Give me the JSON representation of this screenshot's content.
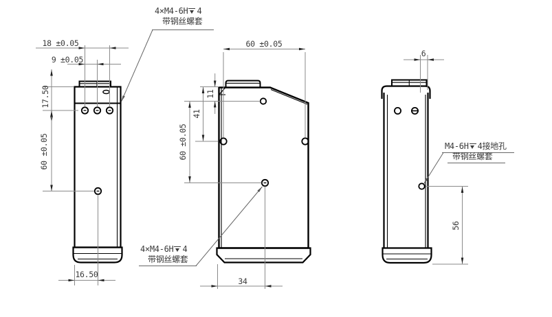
{
  "drawing": {
    "type": "engineering-drawing-three-views",
    "colors": {
      "background": "#ffffff",
      "outline": "#000000",
      "dimension_line": "#8a8a8a",
      "leader_line": "#666666",
      "text": "#3a3a3a",
      "arrow": "#222222"
    },
    "dims": {
      "left": {
        "hole_span": "18 ±0.05",
        "hole_pitch": "9 ±0.05",
        "top_to_holes": "17.50",
        "hole_rows_spacing": "60 ±0.05",
        "bottom_hole_offset": "16.50"
      },
      "front": {
        "top_hole_span": "60 ±0.05",
        "top_hole_depth": "11",
        "side_hole_depth": "41",
        "hole_rows_spacing": "60 ±0.05",
        "bottom_hole_offset": "34"
      },
      "right": {
        "ground_hole_edge": "6",
        "ground_hole_height": "56"
      }
    },
    "callouts": {
      "top": {
        "thread": "4×M4-6H",
        "depth": "4",
        "note": "带钢丝螺套"
      },
      "bottom": {
        "thread": "4×M4-6H",
        "depth": "4",
        "note": "带钢丝螺套"
      },
      "right": {
        "thread": "M4-6H",
        "depth": "4",
        "suffix": "接地孔",
        "note": "带钢丝螺套"
      }
    }
  }
}
